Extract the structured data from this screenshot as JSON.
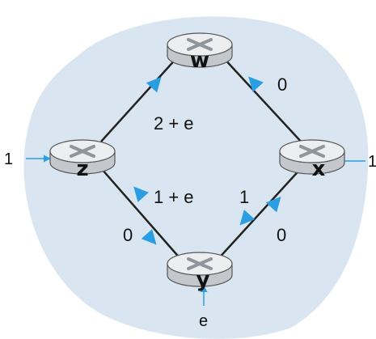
{
  "colors": {
    "background_blob": "#d9e6f1",
    "link": "#222222",
    "arrow": "#2a9ee0",
    "router_body": "#d0d3d6",
    "router_top": "#eceeef",
    "router_icon": "#8f959a"
  },
  "routers": {
    "w": "w",
    "x": "x",
    "y": "y",
    "z": "z"
  },
  "link_labels": {
    "x_to_w": "0",
    "z_to_w": "2 + e",
    "y_to_z_upper": "1 + e",
    "y_to_z_lower": "0",
    "x_to_y_upper": "1",
    "x_to_y_lower": "0"
  },
  "external_inputs": {
    "z_in": "1",
    "x_in": "1",
    "y_in": "e"
  }
}
